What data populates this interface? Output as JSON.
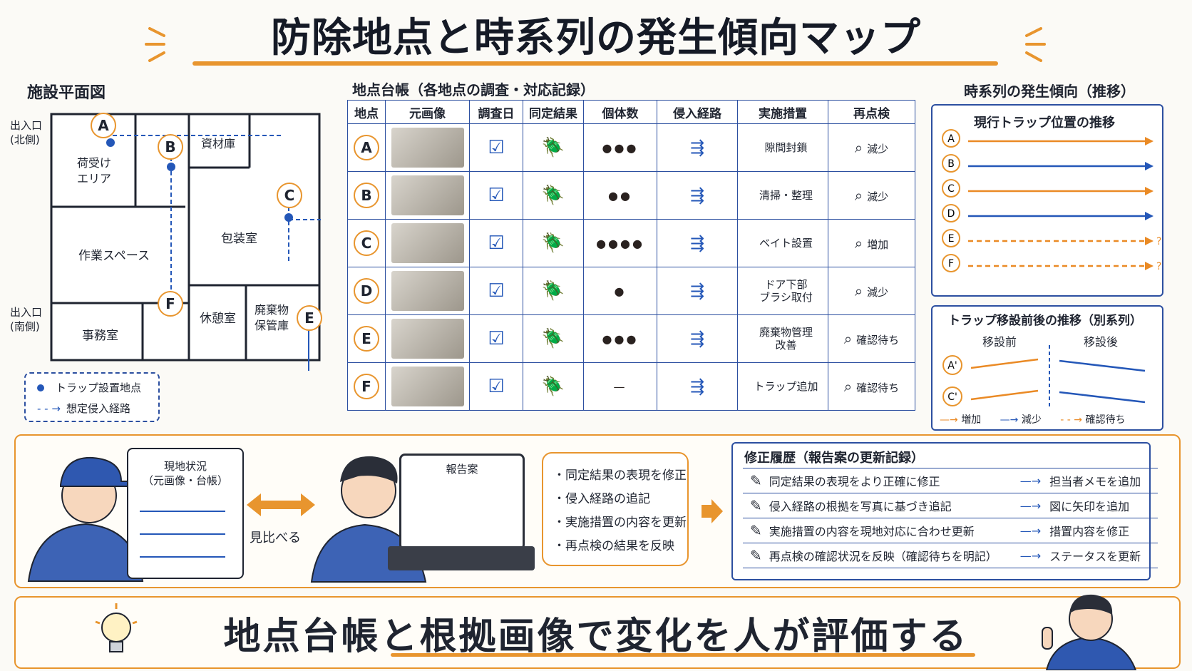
{
  "title": "防除地点と時系列の発生傾向マップ",
  "floorplan": {
    "label": "施設平面図",
    "entrance_north": "出入口\n(北側)",
    "entrance_south": "出入口\n(南側)",
    "rooms": [
      "荷受け\nエリア",
      "資材庫",
      "包装室",
      "作業スペース",
      "休憩室",
      "廃棄物\n保管庫",
      "事務室"
    ],
    "points": [
      "A",
      "B",
      "C",
      "F",
      "E"
    ],
    "legend_trap": "トラップ設置地点",
    "legend_route": "想定侵入経路"
  },
  "ledger": {
    "label": "地点台帳（各地点の調査・対応記録）",
    "headers": [
      "地点",
      "元画像",
      "調査日",
      "同定結果",
      "個体数",
      "侵入経路",
      "実施措置",
      "再点検"
    ],
    "rows": [
      {
        "point": "A",
        "count": "●●●",
        "measure": "隙間封鎖",
        "status": "減少"
      },
      {
        "point": "B",
        "count": "●●",
        "measure": "清掃・整理",
        "status": "減少"
      },
      {
        "point": "C",
        "count": "●●●●",
        "measure": "ベイト設置",
        "status": "増加"
      },
      {
        "point": "D",
        "count": "●",
        "measure": "ドア下部\nブラシ取付",
        "status": "減少"
      },
      {
        "point": "E",
        "count": "●●●",
        "measure": "廃棄物管理\n改善",
        "status": "確認待ち"
      },
      {
        "point": "F",
        "count": "—",
        "measure": "トラップ追加",
        "status": "確認待ち"
      }
    ]
  },
  "timeseries": {
    "label": "時系列の発生傾向（推移）",
    "current_title": "現行トラップ位置の推移",
    "points": [
      "A",
      "B",
      "C",
      "D",
      "E",
      "F"
    ],
    "relocation_title": "トラップ移設前後の推移（別系列）",
    "before": "移設前",
    "after": "移設後",
    "relocated_points": [
      "A'",
      "C'"
    ],
    "legend": [
      "増加",
      "減少",
      "確認待ち"
    ],
    "unknown_mark": "?"
  },
  "workflow": {
    "clipboard_title": "現地状況\n（元画像・台帳）",
    "compare_label": "見比べる",
    "laptop_title": "報告案",
    "callout": [
      "・同定結果の表現を修正",
      "・侵入経路の追記",
      "・実施措置の内容を更新",
      "・再点検の結果を反映"
    ]
  },
  "history": {
    "label": "修正履歴（報告案の更新記録）",
    "rows": [
      {
        "change": "同定結果の表現をより正確に修正",
        "result": "担当者メモを追加"
      },
      {
        "change": "侵入経路の根拠を写真に基づき追記",
        "result": "図に矢印を追加"
      },
      {
        "change": "実施措置の内容を現地対応に合わせ更新",
        "result": "措置内容を修正"
      },
      {
        "change": "再点検の確認状況を反映（確認待ちを明記）",
        "result": "ステータスを更新"
      }
    ]
  },
  "footer": {
    "message": "地点台帳と根拠画像で変化を人が評価する"
  },
  "colors": {
    "accent_orange": "#e8952e",
    "accent_blue": "#2c4fa0",
    "decrease_blue": "#2457b8",
    "increase_orange": "#ea8a25"
  }
}
